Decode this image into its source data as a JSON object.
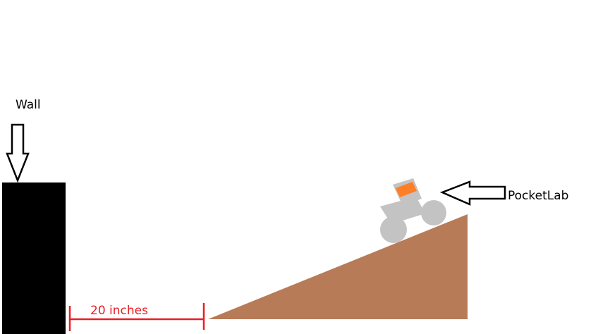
{
  "labels": {
    "wall": "Wall",
    "pocketlab": "PocketLab",
    "distance": "20 inches"
  },
  "colors": {
    "wall": "#000000",
    "ramp": "#b77b57",
    "measure": "#ed1c24",
    "cart_body": "#c3c3c3",
    "sensor": "#ff7f27",
    "arrow_fill": "#ffffff",
    "arrow_stroke": "#000000"
  },
  "icons": {
    "wall_pointer": "down-arrow-icon",
    "pocketlab_pointer": "left-arrow-icon"
  }
}
